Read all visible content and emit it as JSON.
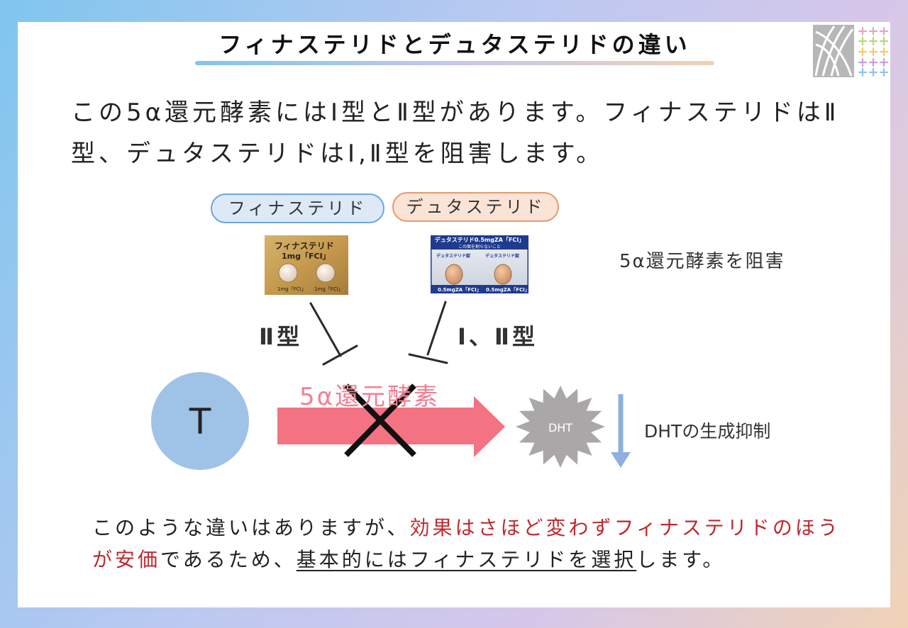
{
  "title": "フィナステリドとデュタステリドの違い",
  "intro": "この5α還元酵素にはⅠ型とⅡ型があります。フィナステリドはⅡ型、デュタステリドはⅠ,Ⅱ型を阻害します。",
  "diagram": {
    "drug_labels": [
      "フィナステリド",
      "デュタステリド"
    ],
    "finasteride_pack": {
      "name": "フィナステリド",
      "dose": "1mg「FCI」",
      "small_labels": [
        "1mg「FCI」",
        "1mg「FCI」"
      ]
    },
    "dutasteride_pack": {
      "header": "デュタステリド0.5mgZA「FCI」",
      "sub": "この面を割らないこと",
      "tablet_labels": [
        "デュタステリド錠",
        "デュタステリド錠"
      ],
      "dose_labels": [
        "0.5mgZA「FCI」",
        "0.5mgZA「FCI」"
      ]
    },
    "inhibit_label": "5α還元酵素を阻害",
    "finasteride_target": "Ⅱ型",
    "dutasteride_target": "Ⅰ、Ⅱ型",
    "substrate": "T",
    "enzyme": "5α還元酵素",
    "product": "DHT",
    "result": "DHTの生成抑制",
    "colors": {
      "substrate": "#9fc2e7",
      "arrow": "#f47383",
      "product": "#a9a7a7",
      "down_arrow": "#8fb0de"
    }
  },
  "conclusion": {
    "part1": "このような違いはありますが、",
    "part2": "効果はさほど変わずフィナステリドのほうが安価",
    "part3": "であるため、",
    "part4": "基本的にはフィナステリドを選択",
    "part5": "します。"
  }
}
